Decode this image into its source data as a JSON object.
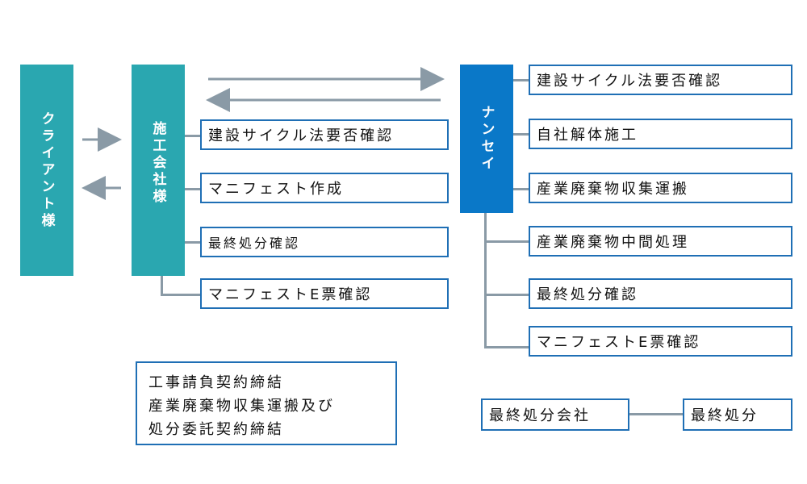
{
  "client": {
    "label": "クライアント様"
  },
  "contractor": {
    "label": "施工会社様",
    "items": [
      "建設サイクル法要否確認",
      "マニフェスト作成",
      "最終処分確認",
      "マニフェストE票確認"
    ]
  },
  "nansei": {
    "label": "ナンセイ",
    "items": [
      "建設サイクル法要否確認",
      "自社解体施工",
      "産業廃棄物収集運搬",
      "産業廃棄物中間処理",
      "最終処分確認",
      "マニフェストE票確認"
    ]
  },
  "contracts": {
    "lines": [
      "工事請負契約締結",
      "産業廃棄物収集運搬及び",
      "処分委託契約締結"
    ]
  },
  "final": {
    "company": "最終処分会社",
    "disposal": "最終処分"
  },
  "colors": {
    "teal": "#2aa7b0",
    "blue": "#0a78c8",
    "border": "#1f6fb5",
    "connector": "#8a9aa6"
  }
}
